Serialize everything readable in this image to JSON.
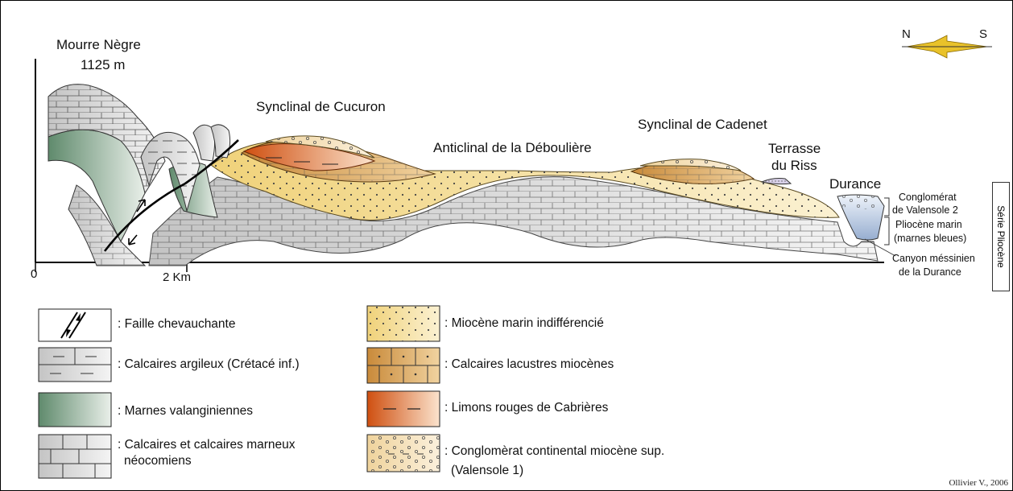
{
  "figure": {
    "peak_label": "Mourre Nègre",
    "peak_height": "1125 m",
    "structures": {
      "syncline_cucuron": "Synclinal de Cucuron",
      "anticline_deboulere": "Anticlinal de la Déboulière",
      "syncline_cadenet": "Synclinal de Cadenet",
      "terrace_line1": "Terrasse",
      "terrace_line2": "du Riss",
      "durance": "Durance"
    },
    "right_annotations": {
      "conglomerat_line1": "Conglomérat",
      "conglomerat_line2": "de Valensole 2",
      "pliocene_line1": "Pliocène marin",
      "pliocene_line2": "(marnes bleues)",
      "canyon_line1": "Canyon méssinien",
      "canyon_line2": "de la Durance",
      "serie": "Série Pliocène"
    },
    "scale": {
      "zero": "0",
      "two_km": "2 Km"
    },
    "compass": {
      "north": "N",
      "south": "S"
    },
    "credit": "Ollivier V., 2006"
  },
  "legend": {
    "items": [
      {
        "id": "faille",
        "label": ": Faille chevauchante"
      },
      {
        "id": "calc_arg",
        "label": ": Calcaires argileux (Crétacé inf.)"
      },
      {
        "id": "marnes",
        "label": ": Marnes valanginiennes"
      },
      {
        "id": "calc_neo_1",
        "label": ": Calcaires et calcaires marneux"
      },
      {
        "id": "calc_neo_2",
        "label": "néocomiens"
      },
      {
        "id": "miocene",
        "label": ": Miocène marin indifférencié"
      },
      {
        "id": "lacustre",
        "label": ": Calcaires lacustres miocènes"
      },
      {
        "id": "limons",
        "label": ": Limons rouges de Cabrières"
      },
      {
        "id": "congl_1",
        "label": ": Conglomèrat continental miocène sup."
      },
      {
        "id": "congl_2",
        "label": "(Valensole 1)"
      }
    ]
  },
  "colors": {
    "miocene": "#f4dc94",
    "lacustre": "#d9a45a",
    "limons": "#d8631c",
    "conglomerat": "#f2ddb0",
    "marnes": "#6e9478",
    "calcaire": "#d6d6d6",
    "water": "#b9c9e0"
  }
}
